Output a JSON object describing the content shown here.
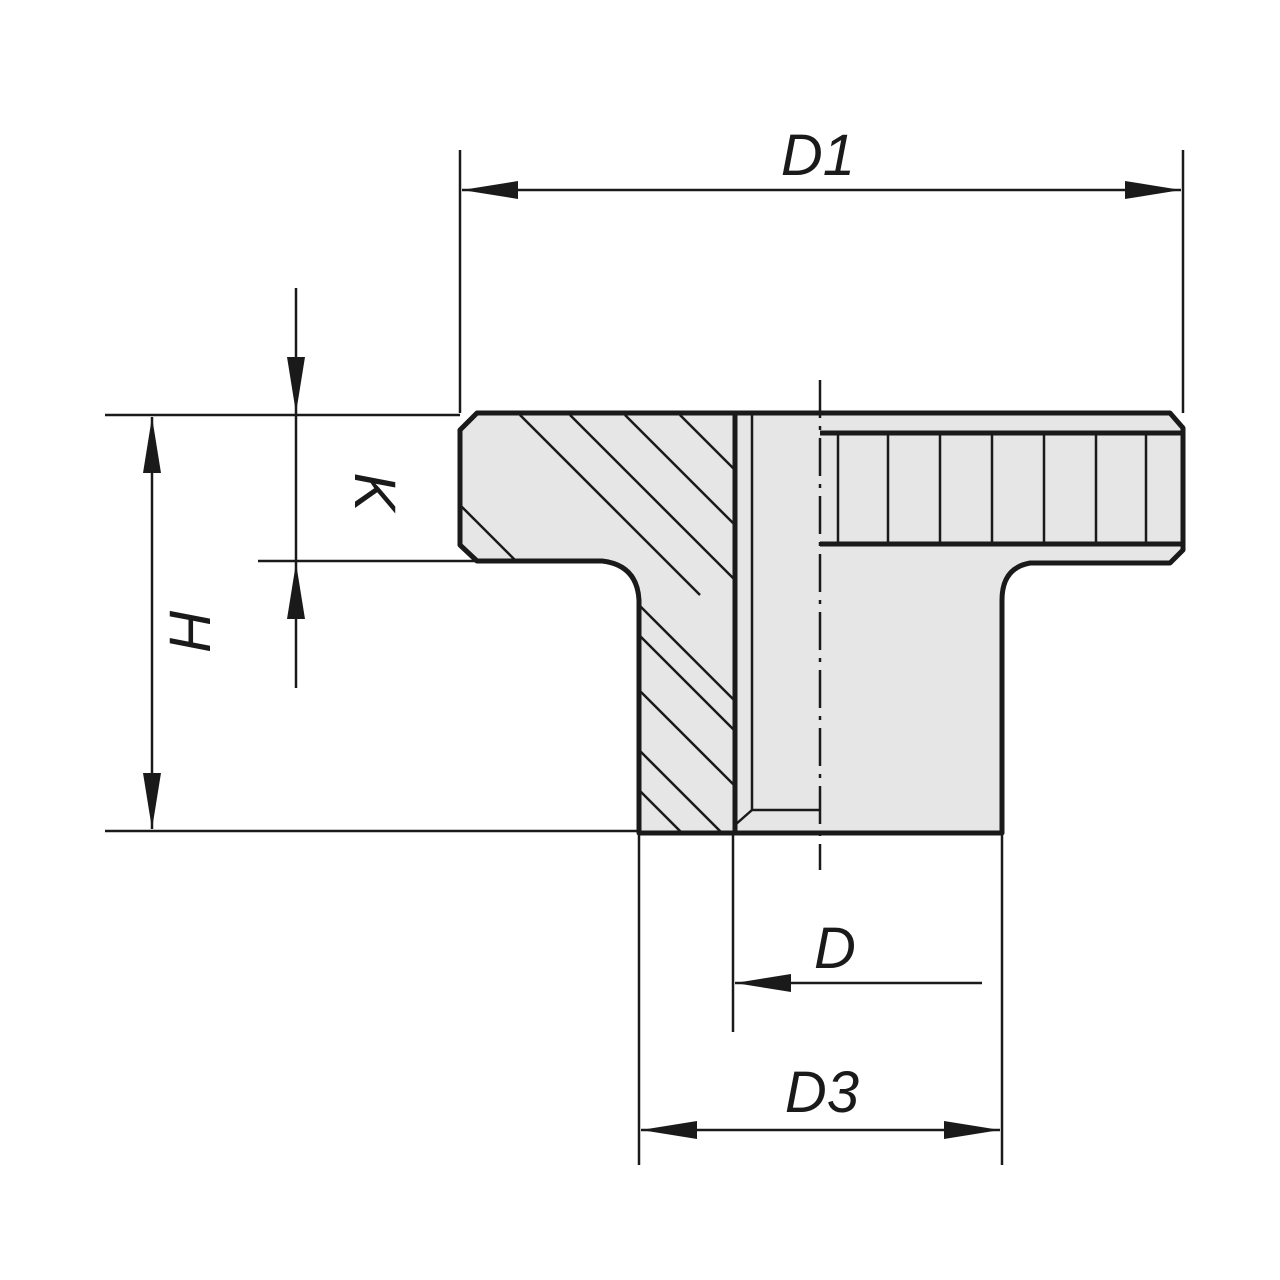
{
  "labels": {
    "d1": "D1",
    "k": "K",
    "h": "H",
    "d": "D",
    "d3": "D3"
  },
  "colors": {
    "line": "#1a1a1a",
    "fill": "#e6e6e6",
    "background": "#ffffff"
  }
}
